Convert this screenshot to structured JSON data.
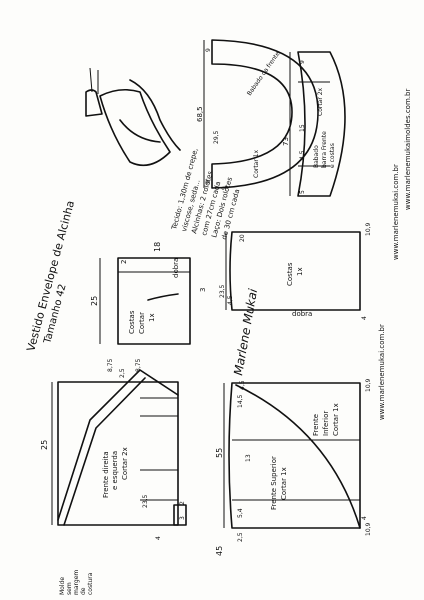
{
  "title": {
    "line1": "Vestido Envelope de Alcinha",
    "line2": "Tamanho 42"
  },
  "fabric_note": [
    "Tecido: 1,30m de crepe,",
    "viscose, seda...",
    "Alcinhas: 2 rolotes",
    "com 27cm cada",
    "Laço: Dois rolotes",
    "de 30 cm cada"
  ],
  "signature": "Marlene Mukai",
  "websites": [
    "www.marlenemukai.com.br",
    "www.marlenemukaimoldes.com.br"
  ],
  "pieces": {
    "front_top": {
      "label": [
        "Frente direita",
        "e esquerda",
        "Cortar 2x"
      ],
      "dims": [
        "25",
        "8,75",
        "2,5",
        "8,75",
        "23,5",
        "4",
        "3",
        "2"
      ],
      "note": [
        "Molde",
        "sem",
        "margem",
        "de",
        "costura"
      ]
    },
    "back_top": {
      "label": [
        "Costas",
        "Cortar",
        "1x"
      ],
      "dims": [
        "25",
        "18",
        "2",
        "3"
      ],
      "fold": "dobra"
    },
    "front_upper_skirt": {
      "label": [
        "Frente Superior",
        "Cortar 1x"
      ],
      "dims": [
        "55",
        "45",
        "14,5",
        "4,5",
        "13",
        "5,4",
        "2,5"
      ]
    },
    "front_lower_skirt": {
      "label": [
        "Frente",
        "Inferior",
        "Cortar 1x"
      ],
      "dims": [
        "10,9",
        "10,9",
        "4"
      ]
    },
    "back_skirt": {
      "label": [
        "Costas",
        "1x"
      ],
      "dims": [
        "20",
        "23,5",
        "4,5",
        "10,9",
        "4"
      ],
      "fold": "dobra"
    },
    "ruffle_large": {
      "label": [
        "Babado da frente",
        "Cortar 1x"
      ],
      "dims": [
        "68,5",
        "29,5",
        "9",
        "9",
        "9"
      ]
    },
    "ruffle_small": {
      "label": [
        "Babado",
        "barra Frente",
        "e costas",
        "Cortar 2x"
      ],
      "dims": [
        "73",
        "15",
        "4,5",
        "9",
        "5"
      ]
    }
  }
}
